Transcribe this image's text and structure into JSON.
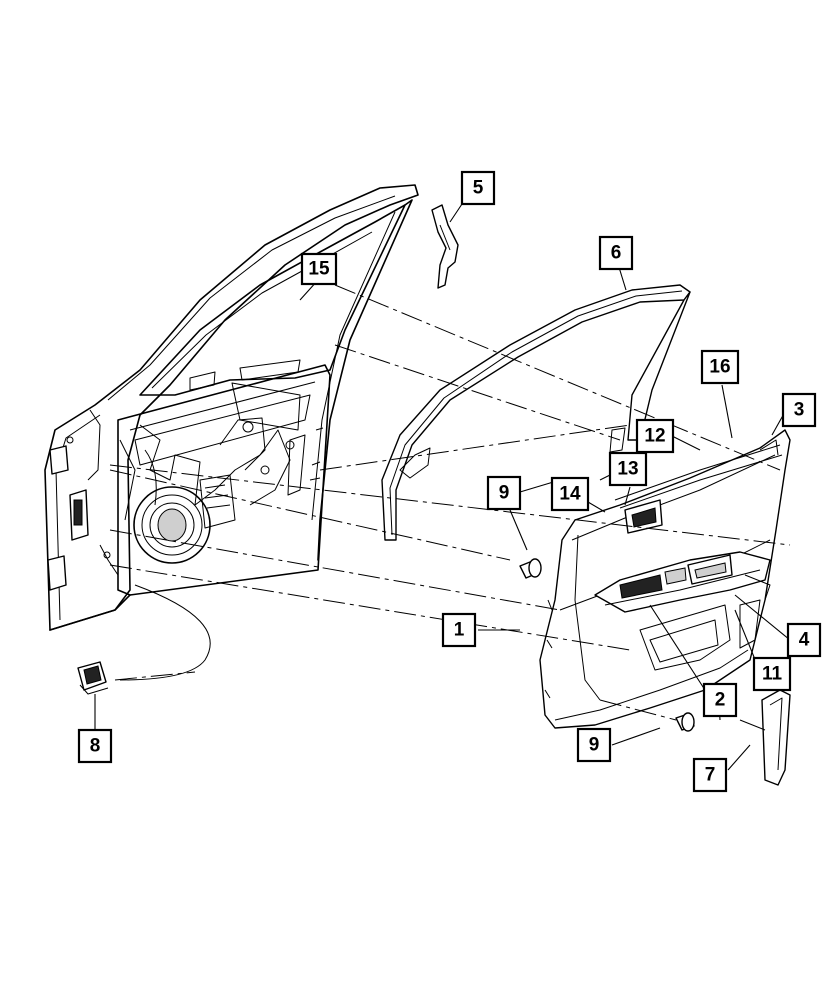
{
  "callouts": [
    {
      "id": "c5",
      "label": "5"
    },
    {
      "id": "c15",
      "label": "15"
    },
    {
      "id": "c6",
      "label": "6"
    },
    {
      "id": "c16",
      "label": "16"
    },
    {
      "id": "c3",
      "label": "3"
    },
    {
      "id": "c12",
      "label": "12"
    },
    {
      "id": "c13",
      "label": "13"
    },
    {
      "id": "c9a",
      "label": "9"
    },
    {
      "id": "c14",
      "label": "14"
    },
    {
      "id": "c1",
      "label": "1"
    },
    {
      "id": "c4",
      "label": "4"
    },
    {
      "id": "c11",
      "label": "11"
    },
    {
      "id": "c2",
      "label": "2"
    },
    {
      "id": "c9b",
      "label": "9"
    },
    {
      "id": "c7",
      "label": "7"
    },
    {
      "id": "c8",
      "label": "8"
    }
  ]
}
